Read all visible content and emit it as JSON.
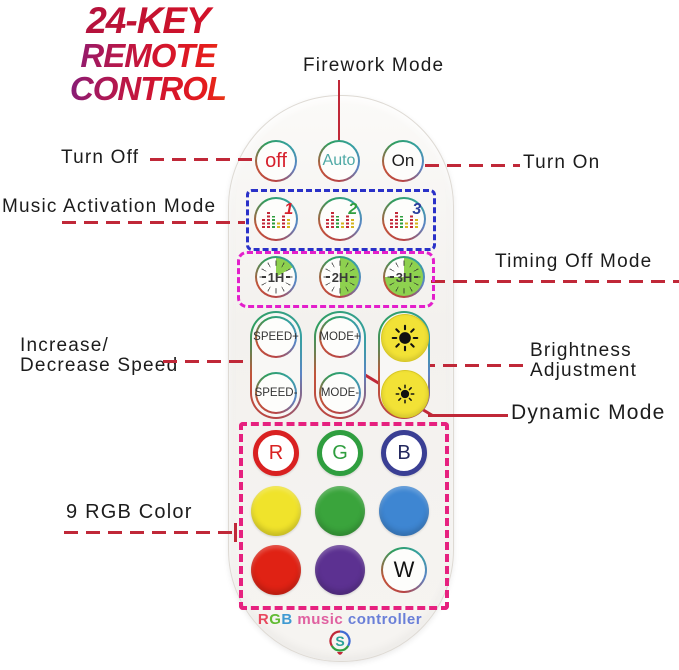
{
  "title": {
    "line1": "24-KEY",
    "line2": "REMOTE CONTROL"
  },
  "annotations": {
    "firework_mode": "Firework Mode",
    "turn_off": "Turn Off",
    "turn_on": "Turn On",
    "music_activation_mode": "Music Activation Mode",
    "timing_off_mode": "Timing Off Mode",
    "speed_line1": "Increase/",
    "speed_line2": "Decrease Speed",
    "brightness_line1": "Brightness",
    "brightness_line2": "Adjustment",
    "dynamic_mode": "Dynamic Mode",
    "rgb_color": "9 RGB Color",
    "line_color": "#c02838"
  },
  "remote": {
    "power": [
      {
        "label": "off",
        "color": "#d6202c"
      },
      {
        "label": "Auto",
        "color": "#4fa9a5"
      },
      {
        "label": "On",
        "color": "#1c1c1c"
      }
    ],
    "music": [
      {
        "number": "1",
        "color": "#d6202c"
      },
      {
        "number": "2",
        "color": "#2f9e3f"
      },
      {
        "number": "3",
        "color": "#2b3f9e"
      }
    ],
    "timers": [
      {
        "label": "1H",
        "fill_degrees": 60,
        "fill_color": "#8ed14f"
      },
      {
        "label": "2H",
        "fill_degrees": 180,
        "fill_color": "#8ed14f"
      },
      {
        "label": "3H",
        "fill_degrees": 270,
        "fill_color": "#8ed14f"
      }
    ],
    "speed": {
      "up": "SPEED+",
      "down": "SPEED-"
    },
    "mode": {
      "up": "MODE+",
      "down": "MODE-"
    },
    "brightness": {
      "button_color": "#f2e236"
    },
    "rgb_ring": [
      {
        "label": "R",
        "color": "#d92121"
      },
      {
        "label": "G",
        "color": "#2f9e3f"
      },
      {
        "label": "B",
        "color": "#3a3f94"
      }
    ],
    "rgb_solid": [
      {
        "name": "yellow",
        "color": "#f0e32b"
      },
      {
        "name": "green",
        "color": "#3aa43c"
      },
      {
        "name": "blue",
        "color": "#3e86d2"
      },
      {
        "name": "red",
        "color": "#e02214"
      },
      {
        "name": "purple",
        "color": "#5c3191"
      }
    ],
    "white_button": {
      "label": "W"
    },
    "footer": {
      "r": "R",
      "g": "G",
      "b": "B",
      "music": " music ",
      "controller": "controller"
    }
  }
}
